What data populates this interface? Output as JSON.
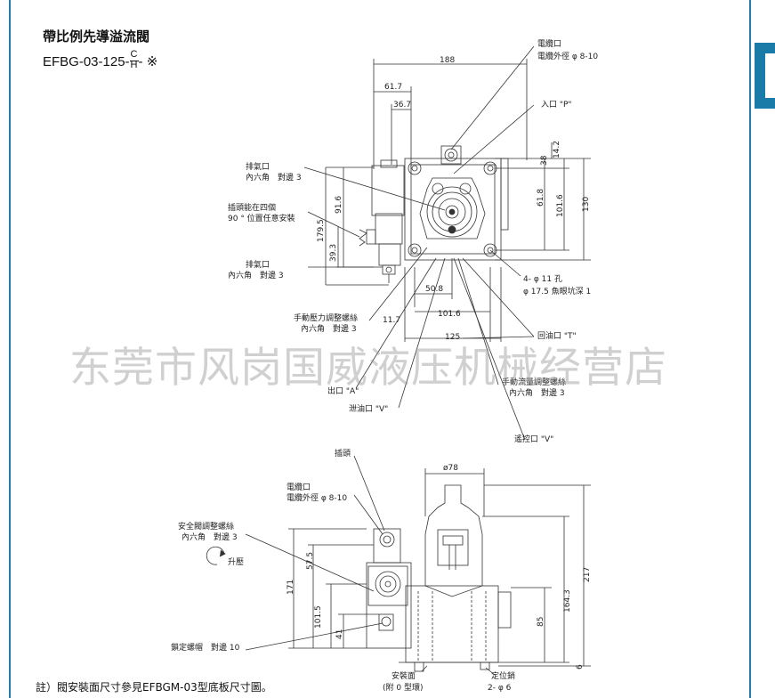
{
  "header": {
    "title": "帶比例先導溢流閥",
    "model": "EFBG-03-125-",
    "model_sub_top": "C",
    "model_sub_bottom": "H",
    "model_suffix": "- ※"
  },
  "watermark": "东莞市风岗国威液压机械经营店",
  "top_view": {
    "labels": {
      "conduit": "電纜口",
      "conduit_dia": "電纜外徑 φ 8-10",
      "inlet": "入口 \"P\"",
      "vent1": "排氣口",
      "vent1_hex": "內六角　對邊 3",
      "plug_rotate1": "插頭能在四個",
      "plug_rotate2": "90 ° 位置任意安裝",
      "vent2": "排氣口",
      "vent2_hex": "內六角　對邊 3",
      "holes1": "4- φ 11 孔",
      "holes2": "φ 17.5 魚眼坑深 1",
      "pressure_screw": "手動壓力調整螺絲",
      "pressure_hex": "內六角　對邊 3",
      "return": "回油口 \"T\"",
      "outlet_a": "出口 \"A\"",
      "flow_screw": "手動流量調整螺絲",
      "flow_hex": "內六角　對邊 3",
      "drain_v": "泄油口 \"V\"",
      "bleed_v": "遙控口 \"V\""
    },
    "dims": {
      "d188": "188",
      "d61_7": "61.7",
      "d36_7": "36.7",
      "d14_2": "14.2",
      "d38": "38",
      "d61_8": "61.8",
      "d101_6v": "101.6",
      "d130": "130",
      "d91_6": "91.6",
      "d179_5": "179.5",
      "d39_3": "39.3",
      "d50_8": "50.8",
      "d11_7": "11.7",
      "d101_6h": "101.6",
      "d125": "125"
    }
  },
  "side_view": {
    "labels": {
      "plug": "插頭",
      "conduit": "電纜口",
      "conduit_dia": "電纜外徑 φ 8-10",
      "safety_screw": "安全閥調整螺絲",
      "safety_hex": "內六角　對邊 3",
      "raise": "升壓",
      "lock_nut": "鎖定螺帽　對邊 10",
      "mount_face": "安裝面",
      "oring": "(附 0 型環)",
      "locate_pin": "定位銷",
      "pin_size": "2- φ 6"
    },
    "dims": {
      "d78": "ø78",
      "d217": "217",
      "d57_5": "57.5",
      "d171": "171",
      "d164_3": "164.3",
      "d101_5": "101.5",
      "d41": "41",
      "d85": "85",
      "d6": "6"
    }
  },
  "footer": {
    "note": "註）閥安裝面尺寸參見EFBGM-03型底板尺寸圖。"
  },
  "colors": {
    "frame": "#1f7fa6",
    "tab": "#1a7aa8"
  }
}
